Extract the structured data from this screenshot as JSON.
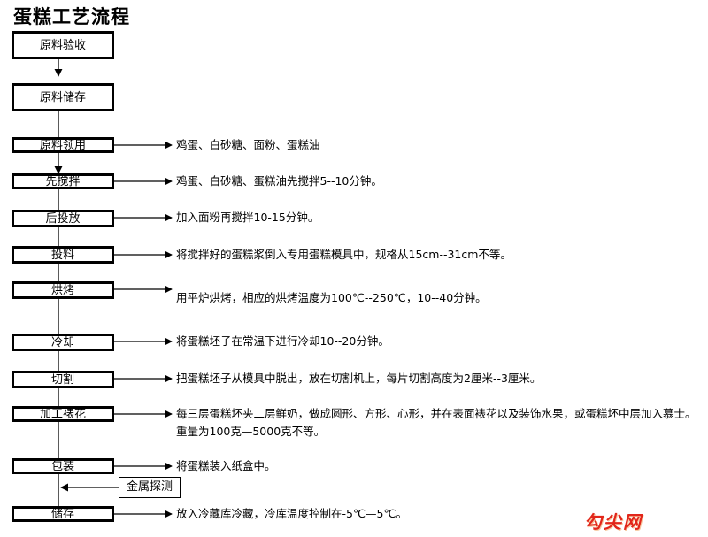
{
  "title": "蛋糕工艺流程",
  "steps": [
    {
      "label": "原料验收"
    },
    {
      "label": "原料储存"
    },
    {
      "label": "原料领用",
      "note": "鸡蛋、白砂糖、面粉、蛋糕油"
    },
    {
      "label": "先搅拌",
      "note": "鸡蛋、白砂糖、蛋糕油先搅拌5--10分钟。"
    },
    {
      "label": "后投放",
      "note": "加入面粉再搅拌10-15分钟。"
    },
    {
      "label": "投料",
      "note": "将搅拌好的蛋糕浆倒入专用蛋糕模具中，规格从15cm--31cm不等。"
    },
    {
      "label": "烘烤",
      "note": "用平炉烘烤，相应的烘烤温度为100℃--250℃，10--40分钟。"
    },
    {
      "label": "冷却",
      "note": "将蛋糕坯子在常温下进行冷却10--20分钟。"
    },
    {
      "label": "切割",
      "note": "把蛋糕坯子从模具中脱出，放在切割机上，每片切割高度为2厘米--3厘米。"
    },
    {
      "label": "加工裱花",
      "note": "每三层蛋糕坯夹二层鲜奶，做成圆形、方形、心形，并在表面裱花以及装饰水果，或蛋糕坯中层加入慕士。重量为100克—5000克不等。"
    },
    {
      "label": "包装",
      "note": "将蛋糕装入纸盒中。"
    },
    {
      "label": "储存",
      "note": "放入冷藏库冷藏，冷库温度控制在-5℃—5℃。"
    }
  ],
  "side_step": {
    "label": "金属探测"
  },
  "watermark": "勾尖网"
}
